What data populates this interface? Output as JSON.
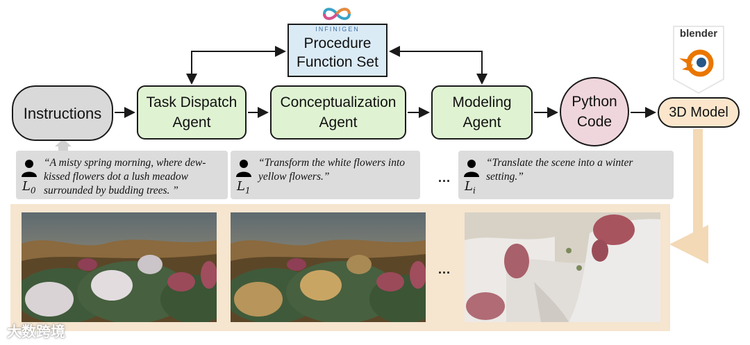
{
  "nodes": {
    "instructions": "Instructions",
    "dispatch": [
      "Task Dispatch",
      "Agent"
    ],
    "concept": [
      "Conceptualization",
      "Agent"
    ],
    "modeling": [
      "Modeling",
      "Agent"
    ],
    "python": [
      "Python",
      "Code"
    ],
    "model3d": "3D Model",
    "procedure": {
      "brand": "INFINIGEN",
      "line1": "Procedure",
      "line2": "Function Set"
    }
  },
  "logos": {
    "blender": "blender",
    "infinigen_icon": "infinity-logo-icon"
  },
  "prompts": [
    {
      "label": "L",
      "sub": "0",
      "text": "“A misty spring morning, where dew-kissed flowers dot a lush meadow surrounded by budding trees. ”"
    },
    {
      "label": "L",
      "sub": "1",
      "text": "“Transform the white flowers into yellow flowers.”"
    },
    {
      "label": "L",
      "sub": "i",
      "text": "“Translate the scene into a winter setting.”"
    }
  ],
  "ellipsis": "...",
  "watermark": "大数跨境",
  "colors": {
    "agent": "#dff3d2",
    "instructions": "#d9d9d9",
    "python": "#efd6dc",
    "model3d": "#fbe6cc",
    "procedure": "#dbebf6",
    "panel": "#f6e5cf",
    "connector": "#f3d9b5"
  }
}
